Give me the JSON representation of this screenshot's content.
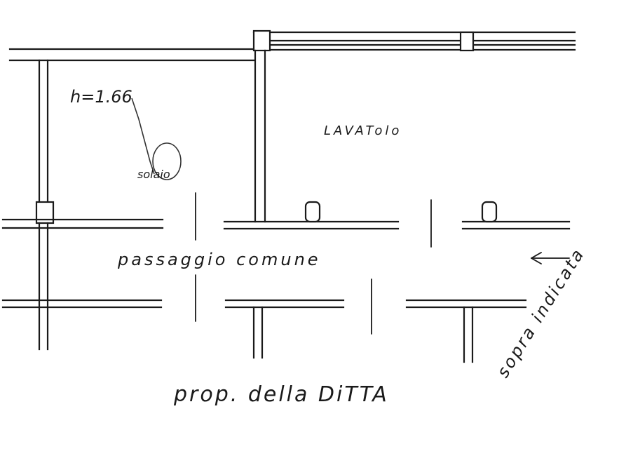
{
  "labels": {
    "height": "h=1.66",
    "solaio": "solaio",
    "lavatoio": "LAVATolo",
    "passaggio": "passaggio comune",
    "proprieta": "prop. della DiTTA",
    "sopra": "sopra indicata"
  }
}
